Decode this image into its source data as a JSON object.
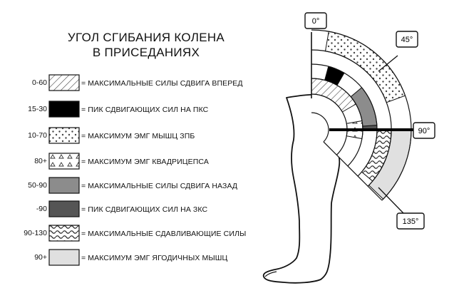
{
  "title": {
    "line1": "УГОЛ СГИБАНИЯ КОЛЕНА",
    "line2": "В ПРИСЕДАНИЯХ"
  },
  "legend": [
    {
      "range": "0-60",
      "text": "= МАКСИМАЛЬНЫЕ СИЛЫ СДВИГА ВПЕРЕД",
      "pattern": "hatch"
    },
    {
      "range": "15-30",
      "text": "= ПИК СДВИГАЮЩИХ СИЛ НА ПКС",
      "pattern": "black"
    },
    {
      "range": "10-70",
      "text": "= МАКСИМУМ ЭМГ МЫШЦ ЗПБ",
      "pattern": "dots"
    },
    {
      "range": "80+",
      "text": "= МАКСИМУМ ЭМГ КВАДРИЦЕПСА",
      "pattern": "triangles"
    },
    {
      "range": "50-90",
      "text": "= МАКСИМАЛЬНЫЕ СИЛЫ СДВИГА НАЗАД",
      "pattern": "mid-gray"
    },
    {
      "range": "-90",
      "text": "= ПИК СДВИГАЮЩИХ СИЛ НА ЗКС",
      "pattern": "dark-gray"
    },
    {
      "range": "90-130",
      "text": "= МАКСИМАЛЬНЫЕ СДАВЛИВАЮЩИЕ СИЛЫ",
      "pattern": "wave"
    },
    {
      "range": "90+",
      "text": "= МАКСИМУМ ЭМГ ЯГОДИЧНЫХ МЫШЦ",
      "pattern": "light-gray"
    }
  ],
  "angles": [
    {
      "label": "0°",
      "deg": 0
    },
    {
      "label": "45°",
      "deg": 45
    },
    {
      "label": "90°",
      "deg": 90
    },
    {
      "label": "135°",
      "deg": 135
    }
  ],
  "colors": {
    "black": "#000000",
    "dark_gray": "#555555",
    "mid_gray": "#8c8c8c",
    "light_gray": "#e0e0e0",
    "outline": "#111111"
  },
  "arcs": [
    {
      "pattern": "hatch",
      "from_deg": 0,
      "to_deg": 60,
      "ring": 1
    },
    {
      "pattern": "black",
      "from_deg": 15,
      "to_deg": 30,
      "ring": 2
    },
    {
      "pattern": "dots",
      "from_deg": 10,
      "to_deg": 70,
      "ring": 4
    },
    {
      "pattern": "triangles",
      "from_deg": 80,
      "to_deg": 100,
      "ring": 1
    },
    {
      "pattern": "mid-gray",
      "from_deg": 50,
      "to_deg": 90,
      "ring": 2
    },
    {
      "pattern": "dark-gray",
      "from_deg": 86,
      "to_deg": 90,
      "ring": 2
    },
    {
      "pattern": "wave",
      "from_deg": 90,
      "to_deg": 130,
      "ring": 3
    },
    {
      "pattern": "light-gray",
      "from_deg": 90,
      "to_deg": 134,
      "ring": 4
    }
  ]
}
